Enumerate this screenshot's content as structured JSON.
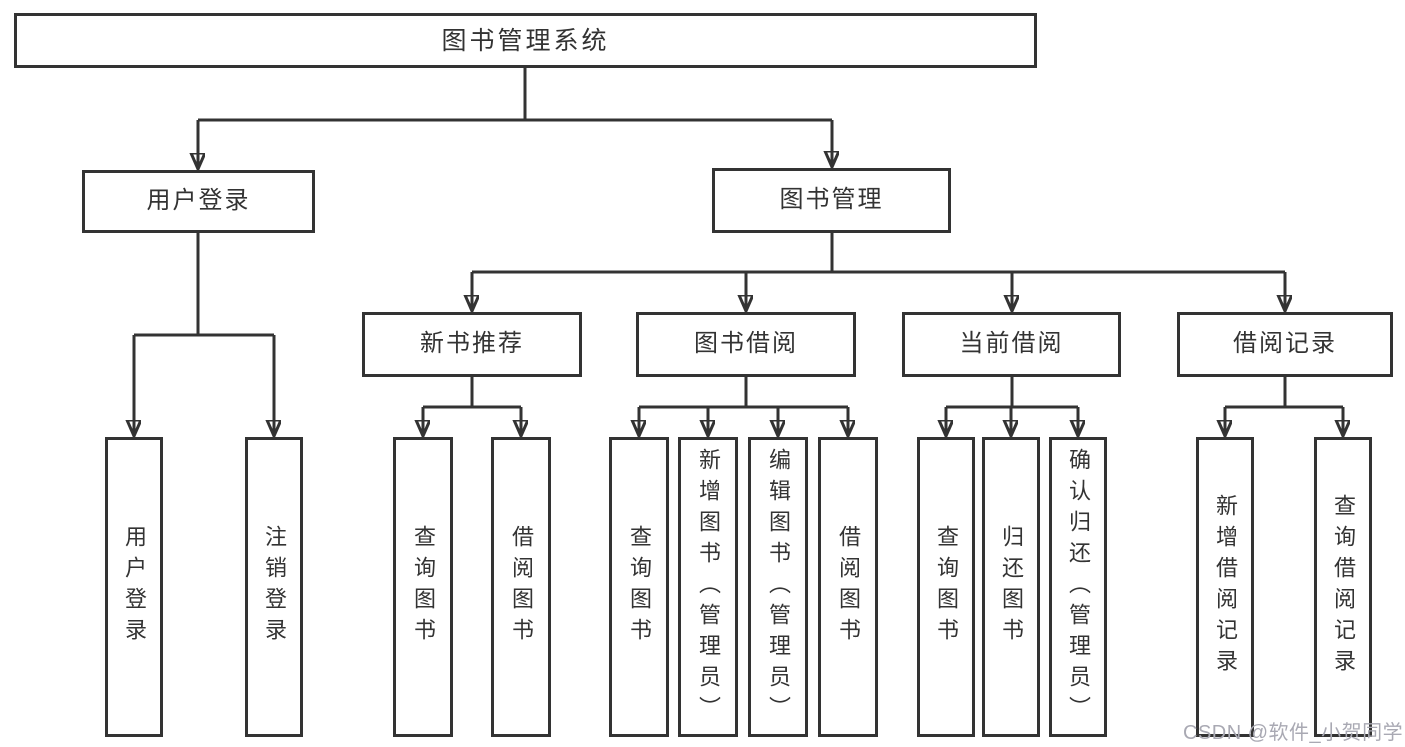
{
  "diagram": {
    "root": {
      "label": "图书管理系统"
    },
    "level2": [
      {
        "label": "用户登录"
      },
      {
        "label": "图书管理"
      }
    ],
    "level3": [
      {
        "label": "新书推荐",
        "parent": "图书管理"
      },
      {
        "label": "图书借阅",
        "parent": "图书管理"
      },
      {
        "label": "当前借阅",
        "parent": "图书管理"
      },
      {
        "label": "借阅记录",
        "parent": "图书管理"
      }
    ],
    "leaves": [
      {
        "label": "用户登录",
        "parent": "用户登录"
      },
      {
        "label": "注销登录",
        "parent": "用户登录"
      },
      {
        "label": "查询图书",
        "parent": "新书推荐"
      },
      {
        "label": "借阅图书",
        "parent": "新书推荐"
      },
      {
        "label": "查询图书",
        "parent": "图书借阅"
      },
      {
        "label": "新增图书（管理员）",
        "parent": "图书借阅"
      },
      {
        "label": "编辑图书（管理员）",
        "parent": "图书借阅"
      },
      {
        "label": "借阅图书",
        "parent": "图书借阅"
      },
      {
        "label": "查询图书",
        "parent": "当前借阅"
      },
      {
        "label": "归还图书",
        "parent": "当前借阅"
      },
      {
        "label": "确认归还（管理员）",
        "parent": "当前借阅"
      },
      {
        "label": "新增借阅记录",
        "parent": "借阅记录"
      },
      {
        "label": "查询借阅记录",
        "parent": "借阅记录"
      }
    ],
    "colors": {
      "line": "#333333",
      "box_background": "#ffffff",
      "watermark": "#a9a9b3"
    }
  },
  "watermark": {
    "text": "CSDN @软件_小贺同学"
  }
}
